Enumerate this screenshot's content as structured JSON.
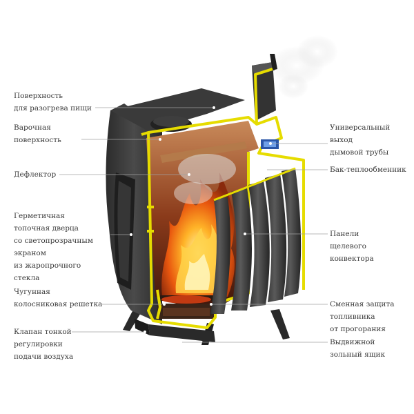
{
  "colors": {
    "body": "#3b3b3b",
    "body_dark": "#232323",
    "outline": "#e8e000",
    "fire_core": "#fff2a0",
    "fire_mid": "#ff9a1a",
    "fire_outer": "#d2400a",
    "interior": "#9a4a22",
    "smoke": "#e8e8e8",
    "leader": "#9a9a9a"
  },
  "labels_left": [
    {
      "lines": [
        "Поверхность",
        "для разогрева пищи"
      ]
    },
    {
      "lines": [
        "Варочная",
        "поверхность"
      ]
    },
    {
      "lines": [
        "Дефлектор"
      ]
    },
    {
      "lines": [
        "Герметичная",
        "топочная дверца",
        "со светопрозрачным",
        "экраном",
        "из жаропрочного",
        "стекла"
      ]
    },
    {
      "lines": [
        "Чугунная",
        "колосниковая решетка"
      ]
    },
    {
      "lines": [
        "Клапан тонкой",
        "регулировки",
        "подачи воздуха"
      ]
    }
  ],
  "labels_right": [
    {
      "lines": [
        "Универсальный",
        "выход",
        "дымовой трубы"
      ]
    },
    {
      "lines": [
        "Бак-теплообменник"
      ]
    },
    {
      "lines": [
        "Панели",
        "щелевого",
        "конвектора"
      ]
    },
    {
      "lines": [
        "Сменная защита",
        "топливника",
        "от прогорания"
      ]
    },
    {
      "lines": [
        "Выдвижной",
        "зольный ящик"
      ]
    }
  ]
}
